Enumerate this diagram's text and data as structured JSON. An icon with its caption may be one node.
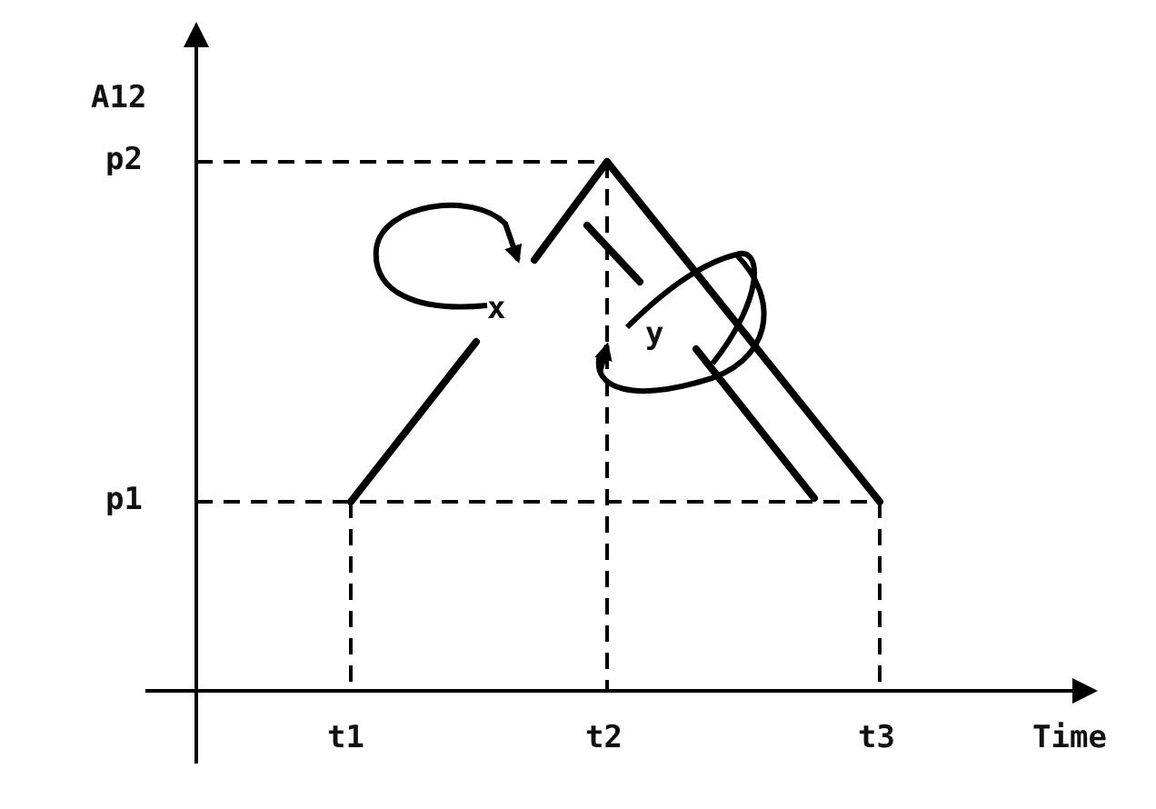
{
  "diagram": {
    "labels": [
      "A12",
      "p2",
      "p1",
      "t1",
      "t2",
      "t3",
      "Time",
      "x",
      "y"
    ]
  }
}
